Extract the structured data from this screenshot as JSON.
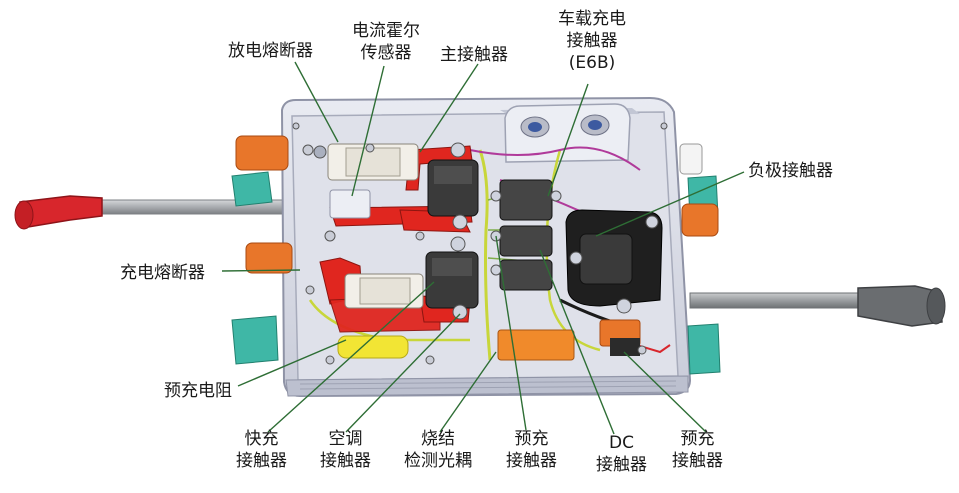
{
  "labels": {
    "discharge_fuse": "放电熔断器",
    "current_hall_sensor": [
      "电流霍尔",
      "传感器"
    ],
    "main_contactor": "主接触器",
    "obc_contactor": [
      "车载充电",
      "接触器",
      "(E6B)"
    ],
    "negative_contactor": "负极接触器",
    "charge_fuse": "充电熔断器",
    "precharge_resistor": "预充电阻",
    "fast_charge_contactor": [
      "快充",
      "接触器"
    ],
    "ac_contactor": [
      "空调",
      "接触器"
    ],
    "sinter_optocoupler": [
      "烧结",
      "检测光耦"
    ],
    "precharge_contactor_1": [
      "预充",
      "接触器"
    ],
    "dc_contactor": [
      "DC",
      "接触器"
    ],
    "precharge_contactor_2": [
      "预充",
      "接触器"
    ]
  },
  "colors": {
    "housing": "#d9dbe6",
    "housing_edge": "#8f93a6",
    "copper_bus": "#e0261f",
    "fuse_body": "#f2efe8",
    "contactor": "#3a3a3a",
    "connector_orange": "#e8762a",
    "connector_teal": "#3fb7a6",
    "cable_red": "#d8262c",
    "cable_gray": "#6f7275",
    "leader_line": "#2e6e35",
    "harness_yellow": "#c8d63a",
    "precharge_resistor": "#f2e534",
    "precharge_block": "#f08a2b"
  }
}
